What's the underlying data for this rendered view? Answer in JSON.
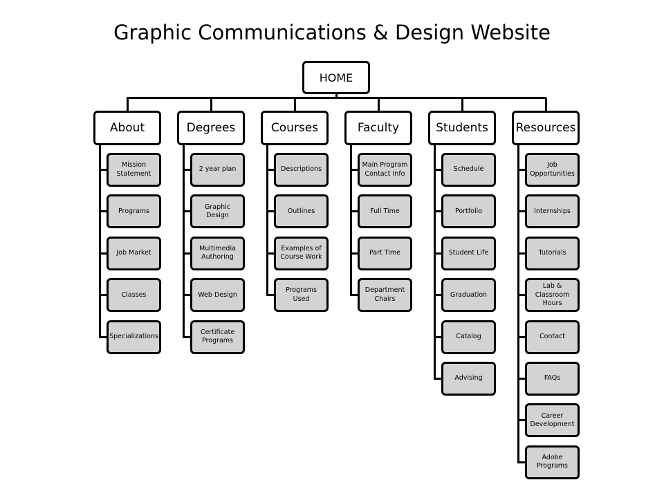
{
  "title": "Graphic Communications & Design Website",
  "home": "HOME",
  "sections": [
    {
      "label": "About",
      "children": [
        "Mission Statement",
        "Programs",
        "Job Market",
        "Classes",
        "Specializations"
      ]
    },
    {
      "label": "Degrees",
      "children": [
        "2 year plan",
        "Graphic Design",
        "Multimedia Authoring",
        "Web Design",
        "Certificate Programs"
      ]
    },
    {
      "label": "Courses",
      "children": [
        "Descriptions",
        "Outlines",
        "Examples of Course Work",
        "Programs Used"
      ]
    },
    {
      "label": "Faculty",
      "children": [
        "Main Program Contact Info",
        "Full Time",
        "Part Time",
        "Department Chairs"
      ]
    },
    {
      "label": "Students",
      "children": [
        "Schedule",
        "Portfolio",
        "Student Life",
        "Graduation",
        "Catalog",
        "Advising"
      ]
    },
    {
      "label": "Resources",
      "children": [
        "Job Opportunities",
        "Internships",
        "Tutorials",
        "Lab & Classroom Hours",
        "Contact",
        "FAQs",
        "Career Development",
        "Adobe Programs"
      ]
    }
  ]
}
